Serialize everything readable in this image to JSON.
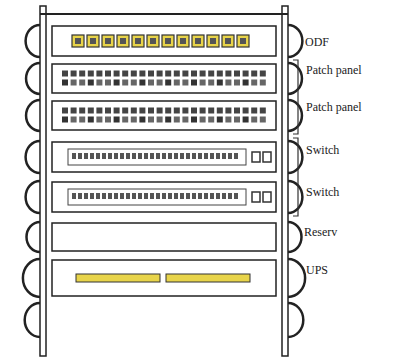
{
  "diagram": {
    "labels": [
      "ODF",
      "Patch panel",
      "Patch panel",
      "Switch",
      "Switch",
      "Reserv",
      "UPS"
    ]
  }
}
